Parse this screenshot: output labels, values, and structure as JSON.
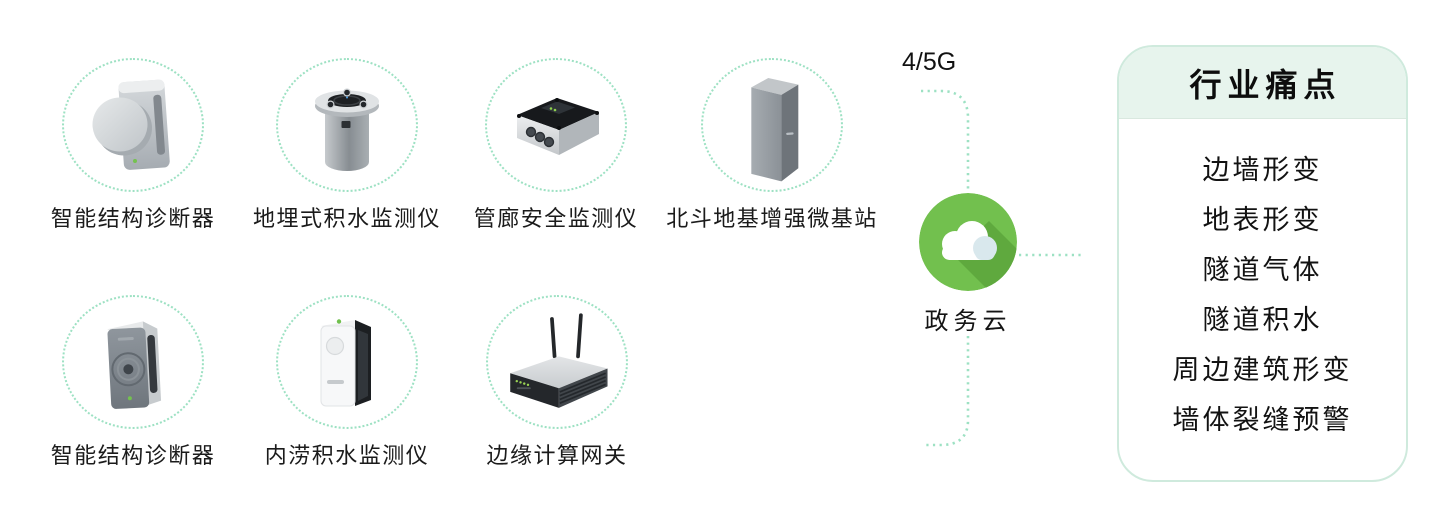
{
  "colors": {
    "cloud_green": "#72c04e",
    "cloud_shadow_green": "#5fa93e",
    "cloud_highlight_blue": "#d9e8ed",
    "dash_line_green": "#9de1c3",
    "panel_border_green": "#cfeadd",
    "panel_header_bg": "#e7f4ed",
    "text_color": "#141414"
  },
  "network": {
    "uplink_label": "4/5G"
  },
  "cloud": {
    "label": "政务云",
    "icon": "cloud-icon"
  },
  "pain_points_panel": {
    "title": "行业痛点",
    "items": [
      "边墙形变",
      "地表形变",
      "隧道气体",
      "隧道积水",
      "周边建筑形变",
      "墙体裂缝预警"
    ]
  },
  "devices": {
    "top_row": [
      {
        "label": "智能结构诊断器",
        "icon": "structure-diagnoser-icon"
      },
      {
        "label": "地埋式积水监测仪",
        "icon": "buried-water-monitor-icon"
      },
      {
        "label": "管廊安全监测仪",
        "icon": "pipe-gallery-safety-monitor-icon"
      },
      {
        "label": "北斗地基增强微基站",
        "icon": "beidou-micro-base-station-icon"
      }
    ],
    "bottom_row": [
      {
        "label": "智能结构诊断器",
        "icon": "structure-diagnoser-icon"
      },
      {
        "label": "内涝积水监测仪",
        "icon": "waterlogging-monitor-icon"
      },
      {
        "label": "边缘计算网关",
        "icon": "edge-computing-gateway-icon"
      }
    ]
  }
}
